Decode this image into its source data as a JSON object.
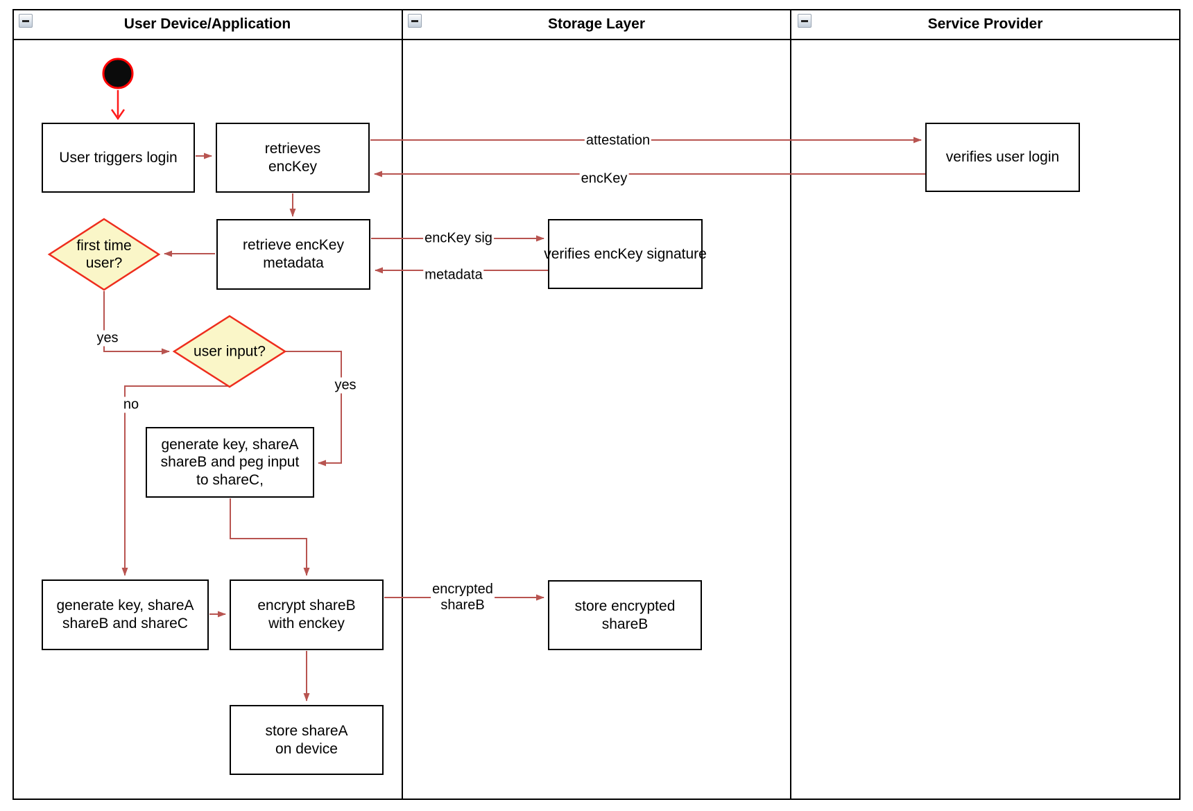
{
  "lanes": [
    {
      "title": "User Device/Application"
    },
    {
      "title": "Storage Layer"
    },
    {
      "title": "Service Provider"
    }
  ],
  "nodes": {
    "start": "start",
    "user_triggers": "User triggers login",
    "retrieves_enckey": "retrieves\nencKey",
    "retrieve_metadata": "retrieve encKey\nmetadata",
    "verifies_signature": "verifies encKey signature",
    "verifies_login": "verifies user login",
    "first_time": "first time\nuser?",
    "user_input": "user input?",
    "gen_peg": "generate key, shareA\nshareB and peg input\nto shareC,",
    "gen_abc": "generate key, shareA\nshareB and shareC",
    "encrypt_shareb": "encrypt shareB\nwith enckey",
    "store_sharea": "store shareA\non device",
    "store_encrypted": "store encrypted\nshareB"
  },
  "edge_labels": {
    "attestation": "attestation",
    "enckey": "encKey",
    "enckey_sig": "encKey sig",
    "metadata": "metadata",
    "encrypted_shareb": "encrypted\nshareB",
    "yes_first_time": "yes",
    "no_user_input": "no",
    "yes_user_input": "yes"
  },
  "colors": {
    "edge": "#B85450",
    "start_edge": "#FF1A1A",
    "node_border": "#000000",
    "diamond_fill": "#FAF6C8",
    "diamond_border": "#EE2D1D",
    "start_fill": "#0B0B0B",
    "start_border": "#FF0000"
  }
}
